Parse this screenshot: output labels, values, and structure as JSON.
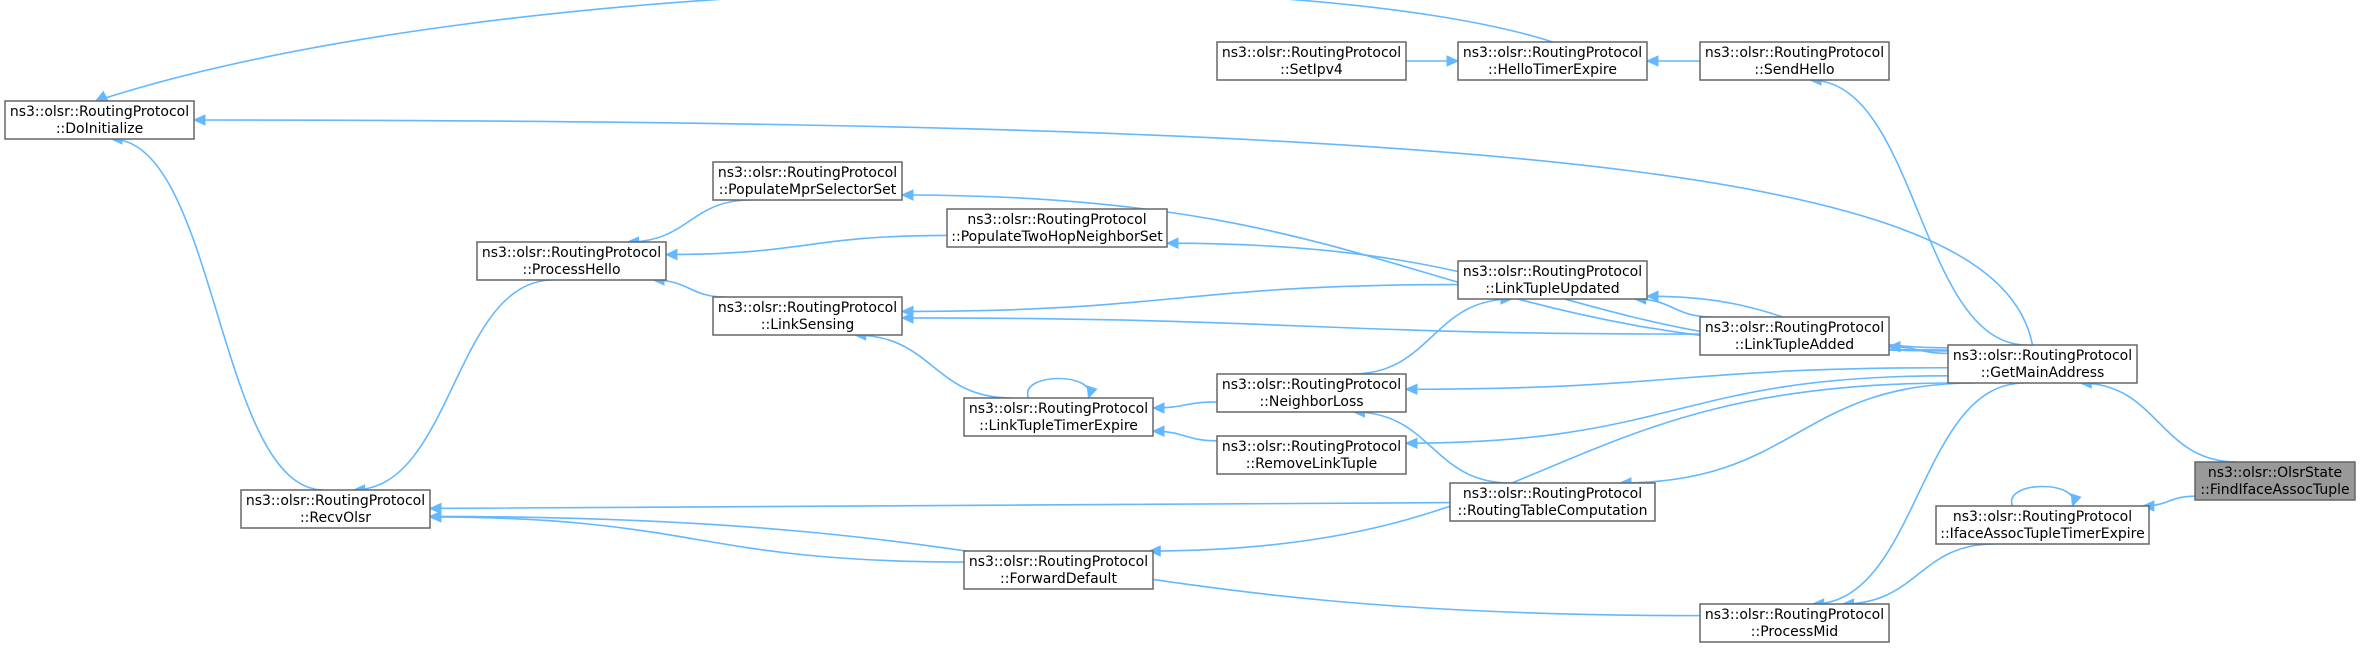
{
  "diagram": {
    "colors": {
      "edge": "#63b8ff",
      "node_border": "#666666",
      "highlight_fill": "#999999",
      "node_fill": "#ffffff"
    },
    "nodes": [
      {
        "id": "doinit",
        "line1": "ns3::olsr::RoutingProtocol",
        "line2": "::DoInitialize"
      },
      {
        "id": "recvolsr",
        "line1": "ns3::olsr::RoutingProtocol",
        "line2": "::RecvOlsr"
      },
      {
        "id": "processhello",
        "line1": "ns3::olsr::RoutingProtocol",
        "line2": "::ProcessHello"
      },
      {
        "id": "popmprsel",
        "line1": "ns3::olsr::RoutingProtocol",
        "line2": "::PopulateMprSelectorSet"
      },
      {
        "id": "linksensing",
        "line1": "ns3::olsr::RoutingProtocol",
        "line2": "::LinkSensing"
      },
      {
        "id": "poptwohop",
        "line1": "ns3::olsr::RoutingProtocol",
        "line2": "::PopulateTwoHopNeighborSet"
      },
      {
        "id": "linktimer",
        "line1": "ns3::olsr::RoutingProtocol",
        "line2": "::LinkTupleTimerExpire"
      },
      {
        "id": "fwddefault",
        "line1": "ns3::olsr::RoutingProtocol",
        "line2": "::ForwardDefault"
      },
      {
        "id": "setipv4",
        "line1": "ns3::olsr::RoutingProtocol",
        "line2": "::SetIpv4"
      },
      {
        "id": "neighborloss",
        "line1": "ns3::olsr::RoutingProtocol",
        "line2": "::NeighborLoss"
      },
      {
        "id": "removelink",
        "line1": "ns3::olsr::RoutingProtocol",
        "line2": "::RemoveLinkTuple"
      },
      {
        "id": "hellotimer",
        "line1": "ns3::olsr::RoutingProtocol",
        "line2": "::HelloTimerExpire"
      },
      {
        "id": "linkupdated",
        "line1": "ns3::olsr::RoutingProtocol",
        "line2": "::LinkTupleUpdated"
      },
      {
        "id": "rtcomp",
        "line1": "ns3::olsr::RoutingProtocol",
        "line2": "::RoutingTableComputation"
      },
      {
        "id": "sendhello",
        "line1": "ns3::olsr::RoutingProtocol",
        "line2": "::SendHello"
      },
      {
        "id": "linkadded",
        "line1": "ns3::olsr::RoutingProtocol",
        "line2": "::LinkTupleAdded"
      },
      {
        "id": "processmid",
        "line1": "ns3::olsr::RoutingProtocol",
        "line2": "::ProcessMid"
      },
      {
        "id": "getmain",
        "line1": "ns3::olsr::RoutingProtocol",
        "line2": "::GetMainAddress"
      },
      {
        "id": "ifacetimer",
        "line1": "ns3::olsr::RoutingProtocol",
        "line2": "::IfaceAssocTupleTimerExpire"
      },
      {
        "id": "findiface",
        "line1": "ns3::olsr::OlsrState",
        "line2": "::FindIfaceAssocTuple",
        "highlight": true
      }
    ],
    "edges": [
      {
        "from": "hellotimer",
        "to": "doinit"
      },
      {
        "from": "getmain",
        "to": "doinit"
      },
      {
        "from": "recvolsr",
        "to": "doinit"
      },
      {
        "from": "processhello",
        "to": "recvolsr"
      },
      {
        "from": "rtcomp",
        "to": "recvolsr"
      },
      {
        "from": "fwddefault",
        "to": "recvolsr"
      },
      {
        "from": "processmid",
        "to": "recvolsr"
      },
      {
        "from": "popmprsel",
        "to": "processhello"
      },
      {
        "from": "poptwohop",
        "to": "processhello"
      },
      {
        "from": "linksensing",
        "to": "processhello"
      },
      {
        "from": "linktimer",
        "to": "linksensing"
      },
      {
        "from": "linkupdated",
        "to": "linksensing"
      },
      {
        "from": "linkadded",
        "to": "linksensing"
      },
      {
        "from": "linktimer",
        "to": "linktimer"
      },
      {
        "from": "neighborloss",
        "to": "linktimer"
      },
      {
        "from": "removelink",
        "to": "linktimer"
      },
      {
        "from": "rtcomp",
        "to": "neighborloss"
      },
      {
        "from": "neighborloss",
        "to": "linkupdated"
      },
      {
        "from": "linkadded",
        "to": "linkupdated"
      },
      {
        "from": "setipv4",
        "to": "hellotimer"
      },
      {
        "from": "sendhello",
        "to": "hellotimer"
      },
      {
        "from": "getmain",
        "to": "sendhello"
      },
      {
        "from": "getmain",
        "to": "popmprsel"
      },
      {
        "from": "getmain",
        "to": "poptwohop"
      },
      {
        "from": "getmain",
        "to": "linkupdated"
      },
      {
        "from": "getmain",
        "to": "linkadded"
      },
      {
        "from": "getmain",
        "to": "neighborloss"
      },
      {
        "from": "getmain",
        "to": "removelink"
      },
      {
        "from": "getmain",
        "to": "rtcomp"
      },
      {
        "from": "getmain",
        "to": "fwddefault"
      },
      {
        "from": "getmain",
        "to": "processmid"
      },
      {
        "from": "ifacetimer",
        "to": "processmid"
      },
      {
        "from": "ifacetimer",
        "to": "ifacetimer"
      },
      {
        "from": "findiface",
        "to": "getmain"
      },
      {
        "from": "findiface",
        "to": "ifacetimer"
      }
    ]
  }
}
